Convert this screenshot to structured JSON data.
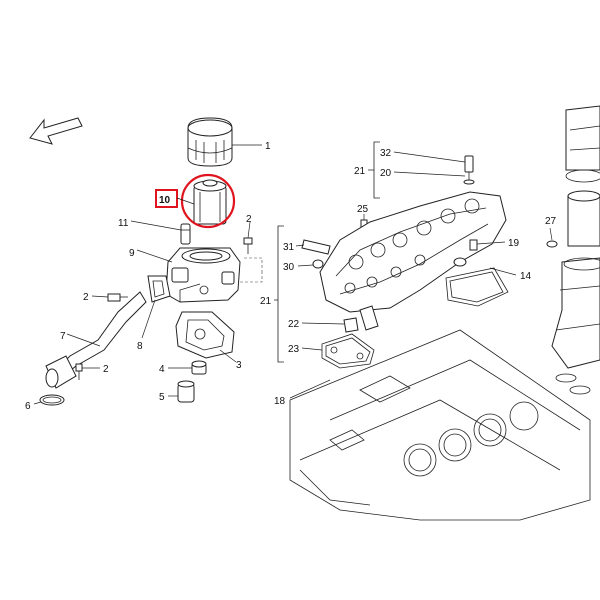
{
  "diagram": {
    "labels": [
      "1",
      "10",
      "11",
      "2",
      "9",
      "2",
      "7",
      "8",
      "2",
      "6",
      "4",
      "5",
      "3",
      "32",
      "21",
      "20",
      "25",
      "27",
      "31",
      "30",
      "21",
      "19",
      "14",
      "22",
      "23",
      "18"
    ],
    "highlight_color": "#e0141e"
  }
}
